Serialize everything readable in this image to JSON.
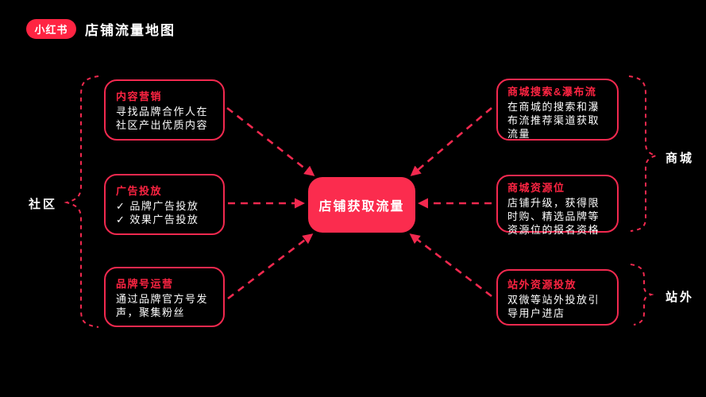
{
  "header": {
    "logo": "小红书",
    "title": "店铺流量地图"
  },
  "center_node": {
    "label": "店铺获取流量"
  },
  "glyphs": {
    "check": "✓"
  },
  "group_labels": {
    "community": "社区",
    "mall": "商城",
    "offsite": "站外"
  },
  "nodes": {
    "left_top": {
      "title": "内容营销",
      "body": "寻找品牌合作人在\n社区产出优质内容"
    },
    "left_mid": {
      "title": "广告投放",
      "items": [
        "品牌广告投放",
        "效果广告投放"
      ]
    },
    "left_bottom": {
      "title": "品牌号运营",
      "body": "通过品牌官方号发\n声，聚集粉丝"
    },
    "right_top": {
      "title": "商城搜索&瀑布流",
      "body": "在商城的搜索和瀑\n布流推荐渠道获取\n流量"
    },
    "right_mid": {
      "title": "商城资源位",
      "body": "店铺升级，获得限\n时购、精选品牌等\n资源位的报名资格"
    },
    "right_bottom": {
      "title": "站外资源投放",
      "body": "双微等站外投放引\n导用户进店"
    }
  },
  "colors": {
    "background": "#000000",
    "brand_red": "#ff2442",
    "line_red": "#f2294f",
    "center_fill": "#fb2c4e",
    "text_white": "#ffffff"
  }
}
